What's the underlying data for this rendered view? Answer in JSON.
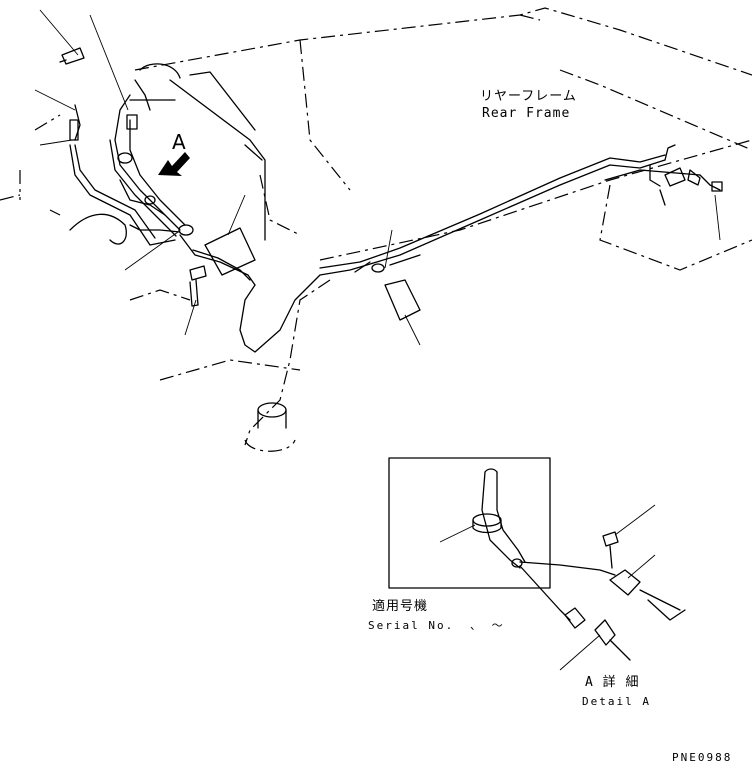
{
  "labels": {
    "rear_frame_jp": "リヤーフレーム",
    "rear_frame_en": "Rear Frame",
    "arrow_a": "A",
    "serial_jp": "適用号機",
    "serial_en": "Serial No.",
    "serial_range_sep": "、 ～",
    "detail_jp": "A 詳 細",
    "detail_en": "Detail A",
    "drawing_no": "PNE0988"
  }
}
